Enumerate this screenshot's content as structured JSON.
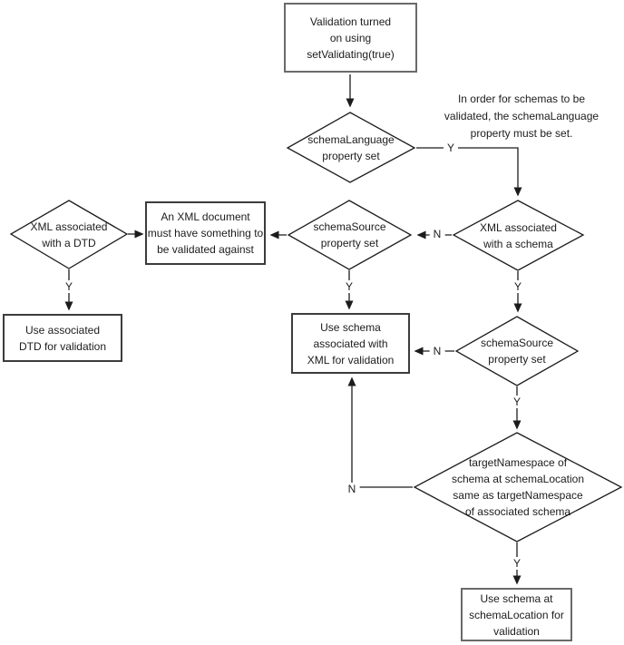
{
  "diagram": {
    "annotation": "In order for schemas to be\nvalidated, the schemaLanguage\nproperty must be set.",
    "nodes": {
      "validation_on": {
        "type": "process",
        "label": "Validation turned\non using\nsetValidating(true)"
      },
      "schema_language_set": {
        "type": "decision",
        "label": "schemaLanguage\nproperty set"
      },
      "xml_assoc_schema": {
        "type": "decision",
        "label": "XML associated\nwith a schema"
      },
      "schema_source_mid": {
        "type": "decision",
        "label": "schemaSource\nproperty set"
      },
      "must_have_something": {
        "type": "process",
        "label": "An XML document\nmust have something to\nbe validated against"
      },
      "xml_assoc_dtd": {
        "type": "decision",
        "label": "XML associated\nwith a DTD"
      },
      "use_dtd": {
        "type": "process",
        "label": "Use associated\nDTD for validation"
      },
      "use_assoc_schema": {
        "type": "process",
        "label": "Use schema\nassociated with\nXML for validation"
      },
      "schema_source_right": {
        "type": "decision",
        "label": "schemaSource\nproperty set"
      },
      "target_namespace_match": {
        "type": "decision",
        "label": "targetNamespace of\nschema at schemaLocation\nsame as targetNamespace\nof associated schema"
      },
      "use_schema_location": {
        "type": "process",
        "label": "Use schema at\nschemaLocation for\nvalidation"
      }
    },
    "edge_labels": {
      "schema_language_yes": "Y",
      "xml_assoc_schema_no": "N",
      "xml_assoc_schema_yes": "Y",
      "schema_source_mid_yes": "Y",
      "xml_assoc_dtd_yes": "Y",
      "schema_source_right_no": "N",
      "schema_source_right_yes": "Y",
      "target_namespace_no": "N",
      "target_namespace_yes": "Y"
    },
    "colors": {
      "line": "#1c1c1c",
      "process_border_gray": "#6a6a6a",
      "process_border_dark": "#3c3c3c",
      "text": "#1c1c1c",
      "background": "#ffffff"
    }
  }
}
